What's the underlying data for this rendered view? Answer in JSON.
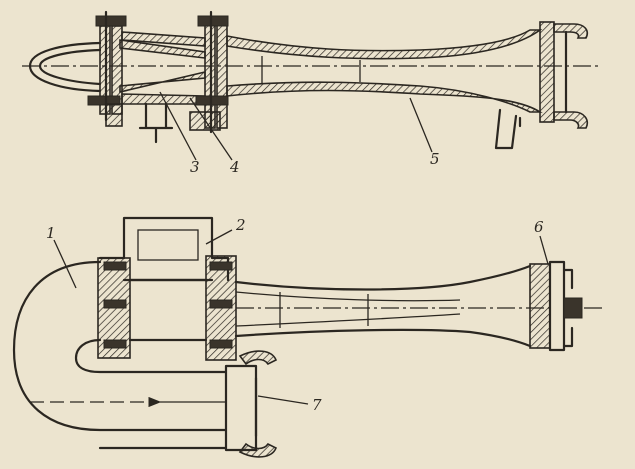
{
  "labels": {
    "l1": "1",
    "l2": "2",
    "l3": "3",
    "l4": "4",
    "l5": "5",
    "l6": "6",
    "l7": "7"
  },
  "colors": {
    "paper": "#ece4cf",
    "ink": "#2b2721"
  }
}
